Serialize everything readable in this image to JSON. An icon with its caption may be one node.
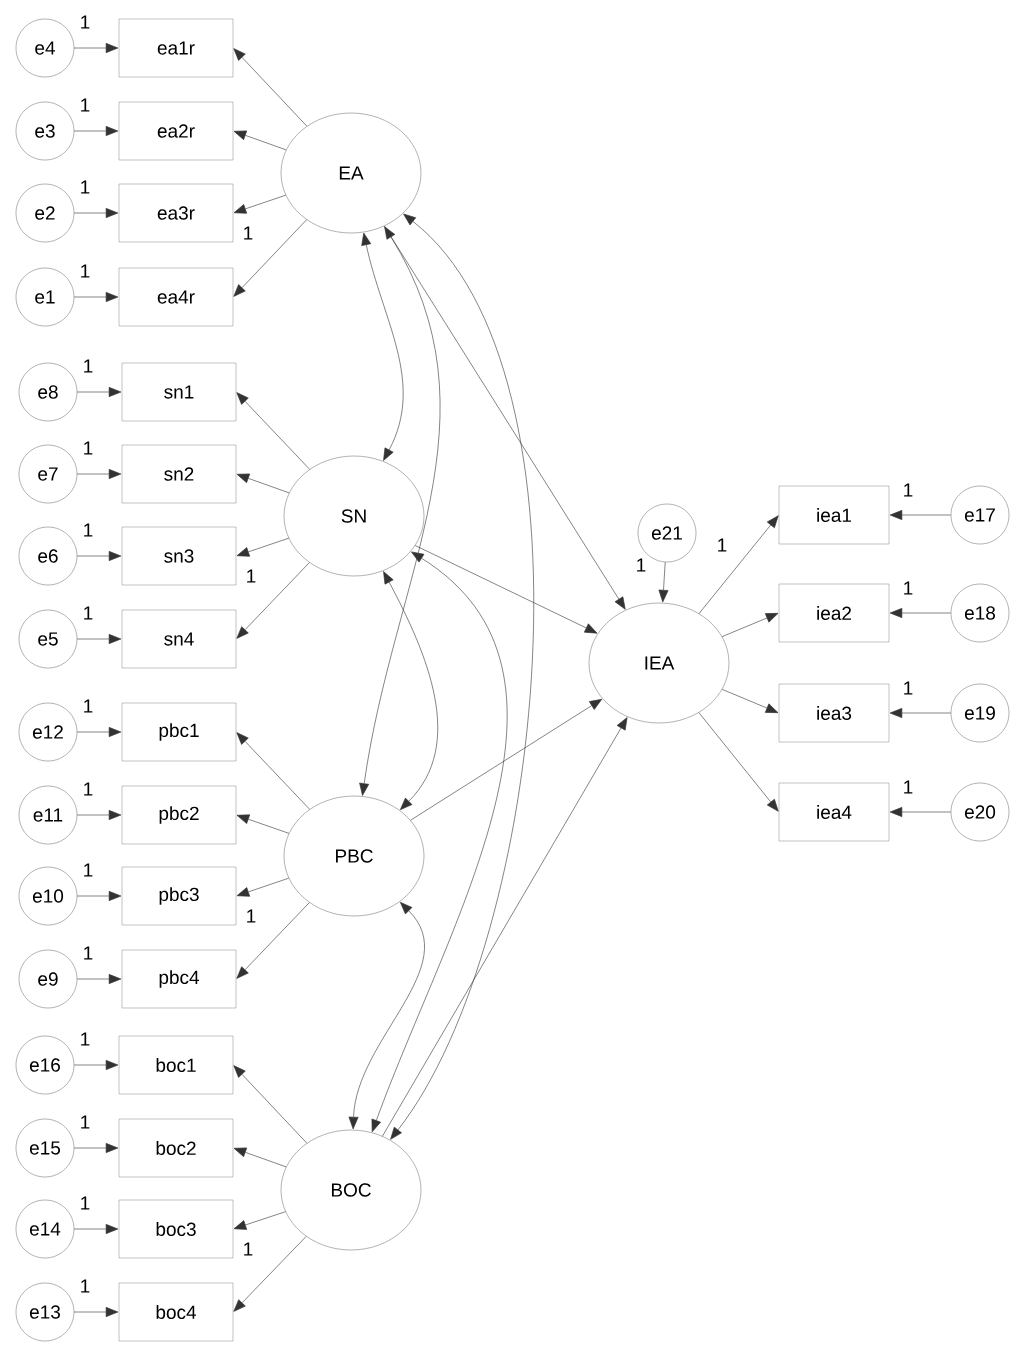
{
  "diagram": {
    "nodes": [
      {
        "text": [
          "e4"
        ]
      },
      {
        "text": [
          "ea1r"
        ]
      },
      {
        "text": [
          "e3"
        ]
      },
      {
        "text": [
          "ea2r"
        ]
      },
      {
        "text": [
          "e2"
        ]
      },
      {
        "text": [
          "ea3r"
        ]
      },
      {
        "text": [
          "e1"
        ]
      },
      {
        "text": [
          "ea4r"
        ]
      },
      {
        "text": [
          "EA"
        ]
      },
      {
        "text": [
          "e8"
        ]
      },
      {
        "text": [
          "sn1"
        ]
      },
      {
        "text": [
          "e7"
        ]
      },
      {
        "text": [
          "sn2"
        ]
      },
      {
        "text": [
          "e6"
        ]
      },
      {
        "text": [
          "sn3"
        ]
      },
      {
        "text": [
          "e5"
        ]
      },
      {
        "text": [
          "sn4"
        ]
      },
      {
        "text": [
          "SN"
        ]
      },
      {
        "text": [
          "e12"
        ]
      },
      {
        "text": [
          "pbc1"
        ]
      },
      {
        "text": [
          "e11"
        ]
      },
      {
        "text": [
          "pbc2"
        ]
      },
      {
        "text": [
          "e10"
        ]
      },
      {
        "text": [
          "pbc3"
        ]
      },
      {
        "text": [
          "e9"
        ]
      },
      {
        "text": [
          "pbc4"
        ]
      },
      {
        "text": [
          "PBC"
        ]
      },
      {
        "text": [
          "e16"
        ]
      },
      {
        "text": [
          "boc1"
        ]
      },
      {
        "text": [
          "e15"
        ]
      },
      {
        "text": [
          "boc2"
        ]
      },
      {
        "text": [
          "e14"
        ]
      },
      {
        "text": [
          "boc3"
        ]
      },
      {
        "text": [
          "e13"
        ]
      },
      {
        "text": [
          "boc4"
        ]
      },
      {
        "text": [
          "BOC"
        ]
      },
      {
        "text": [
          "e21"
        ]
      },
      {
        "text": [
          "IEA"
        ]
      },
      {
        "text": [
          "iea1"
        ]
      },
      {
        "text": [
          "e17"
        ]
      },
      {
        "text": [
          "iea2"
        ]
      },
      {
        "text": [
          "e18"
        ]
      },
      {
        "text": [
          "iea3"
        ]
      },
      {
        "text": [
          "e19"
        ]
      },
      {
        "text": [
          "iea4"
        ]
      },
      {
        "text": [
          "e20"
        ]
      }
    ],
    "edges": [
      {
        "from": 0,
        "to": 1,
        "arrow": "to",
        "label": "1"
      },
      {
        "from": 2,
        "to": 3,
        "arrow": "to",
        "label": "1"
      },
      {
        "from": 4,
        "to": 5,
        "arrow": "to",
        "label": "1"
      },
      {
        "from": 6,
        "to": 7,
        "arrow": "to",
        "label": "1"
      },
      {
        "from": 8,
        "to": 1,
        "arrow": "to"
      },
      {
        "from": 8,
        "to": 3,
        "arrow": "to"
      },
      {
        "from": 8,
        "to": 5,
        "arrow": "to",
        "label": "1"
      },
      {
        "from": 8,
        "to": 7,
        "arrow": "to"
      },
      {
        "from": 9,
        "to": 10,
        "arrow": "to",
        "label": "1"
      },
      {
        "from": 11,
        "to": 12,
        "arrow": "to",
        "label": "1"
      },
      {
        "from": 13,
        "to": 14,
        "arrow": "to",
        "label": "1"
      },
      {
        "from": 15,
        "to": 16,
        "arrow": "to",
        "label": "1"
      },
      {
        "from": 17,
        "to": 10,
        "arrow": "to"
      },
      {
        "from": 17,
        "to": 12,
        "arrow": "to"
      },
      {
        "from": 17,
        "to": 14,
        "arrow": "to",
        "label": "1"
      },
      {
        "from": 17,
        "to": 16,
        "arrow": "to"
      },
      {
        "from": 18,
        "to": 19,
        "arrow": "to",
        "label": "1"
      },
      {
        "from": 20,
        "to": 21,
        "arrow": "to",
        "label": "1"
      },
      {
        "from": 22,
        "to": 23,
        "arrow": "to",
        "label": "1"
      },
      {
        "from": 24,
        "to": 25,
        "arrow": "to",
        "label": "1"
      },
      {
        "from": 26,
        "to": 19,
        "arrow": "to"
      },
      {
        "from": 26,
        "to": 21,
        "arrow": "to"
      },
      {
        "from": 26,
        "to": 23,
        "arrow": "to",
        "label": "1"
      },
      {
        "from": 26,
        "to": 25,
        "arrow": "to"
      },
      {
        "from": 27,
        "to": 28,
        "arrow": "to",
        "label": "1"
      },
      {
        "from": 29,
        "to": 30,
        "arrow": "to",
        "label": "1"
      },
      {
        "from": 31,
        "to": 32,
        "arrow": "to",
        "label": "1"
      },
      {
        "from": 33,
        "to": 34,
        "arrow": "to",
        "label": "1"
      },
      {
        "from": 35,
        "to": 28,
        "arrow": "to"
      },
      {
        "from": 35,
        "to": 30,
        "arrow": "to"
      },
      {
        "from": 35,
        "to": 32,
        "arrow": "to",
        "label": "1"
      },
      {
        "from": 35,
        "to": 34,
        "arrow": "to"
      },
      {
        "from": 8,
        "to": 17,
        "arrow": "both"
      },
      {
        "from": 8,
        "to": 26,
        "arrow": "both"
      },
      {
        "from": 8,
        "to": 35,
        "arrow": "both"
      },
      {
        "from": 17,
        "to": 26,
        "arrow": "both"
      },
      {
        "from": 17,
        "to": 35,
        "arrow": "both"
      },
      {
        "from": 26,
        "to": 35,
        "arrow": "both"
      },
      {
        "from": 8,
        "to": 37,
        "arrow": "to"
      },
      {
        "from": 17,
        "to": 37,
        "arrow": "to"
      },
      {
        "from": 26,
        "to": 37,
        "arrow": "to"
      },
      {
        "from": 35,
        "to": 37,
        "arrow": "to"
      },
      {
        "from": 36,
        "to": 37,
        "arrow": "to",
        "label": "1"
      },
      {
        "from": 37,
        "to": 38,
        "arrow": "to",
        "label": "1"
      },
      {
        "from": 37,
        "to": 40,
        "arrow": "to"
      },
      {
        "from": 37,
        "to": 42,
        "arrow": "to"
      },
      {
        "from": 37,
        "to": 44,
        "arrow": "to"
      },
      {
        "from": 39,
        "to": 38,
        "arrow": "to",
        "label": "1"
      },
      {
        "from": 41,
        "to": 40,
        "arrow": "to",
        "label": "1"
      },
      {
        "from": 43,
        "to": 42,
        "arrow": "to",
        "label": "1"
      },
      {
        "from": 45,
        "to": 44,
        "arrow": "to",
        "label": "1"
      }
    ]
  }
}
